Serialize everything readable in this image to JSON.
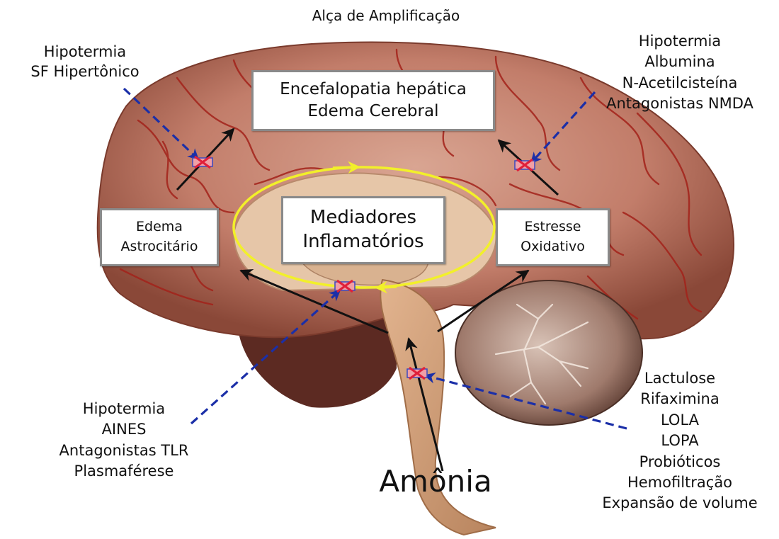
{
  "title": "Alça de Amplificação",
  "center_label": "Amônia",
  "boxes": {
    "encephalopathy": [
      "Encefalopatia hepática",
      "Edema Cerebral"
    ],
    "mediators": [
      "Mediadores",
      "Inflamatórios"
    ],
    "astrocyte_edema": [
      "Edema",
      "Astrocitário"
    ],
    "oxidative_stress": [
      "Estresse",
      "Oxidativo"
    ]
  },
  "interventions": {
    "top_left": [
      "Hipotermia",
      "SF Hipertônico"
    ],
    "top_right": [
      "Hipotermia",
      "Albumina",
      "N-Acetilcisteína",
      "Antagonistas NMDA"
    ],
    "bottom_left": [
      "Hipotermia",
      "AINES",
      "Antagonistas TLR",
      "Plasmaférese"
    ],
    "bottom_right": [
      "Lactulose",
      "Rifaximina",
      "LOLA",
      "LOPA",
      "Probióticos",
      "Hemofiltração",
      "Expansão de volume"
    ]
  },
  "colors": {
    "dashed_arrow": "#1b2fa8",
    "loop": "#f2f02a",
    "block_mark": "#e0203a",
    "flow_arrow": "#111111",
    "box_border": "#8a8a8a"
  }
}
